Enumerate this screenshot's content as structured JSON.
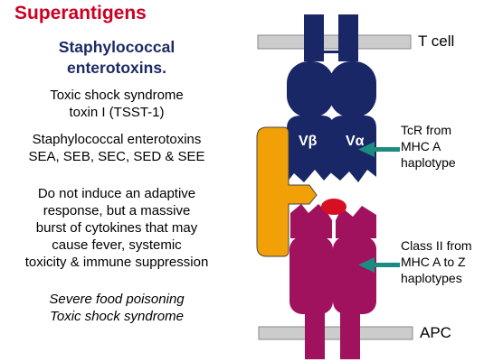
{
  "title": "Superantigens",
  "subtitle_lines": [
    "Staphylococcal",
    "enterotoxins."
  ],
  "paragraphs": {
    "tsst": [
      "Toxic shock syndrome",
      "toxin I (TSST-1)"
    ],
    "enterotoxins": [
      "Staphylococcal enterotoxins",
      "SEA, SEB, SEC, SED & SEE"
    ],
    "effects": [
      "Do not induce an adaptive",
      "response, but a massive",
      "burst of cytokines that may",
      "cause fever, systemic",
      "toxicity & immune suppression"
    ],
    "diseases": [
      "Severe food poisoning",
      "Toxic shock syndrome"
    ]
  },
  "diagram": {
    "t_cell_label": "T cell",
    "apc_label": "APC",
    "v_beta": "Vβ",
    "v_alpha": "Vα",
    "tcr_label": [
      "TcR from",
      "MHC A",
      "haplotype"
    ],
    "class2_label": [
      "Class II from",
      "MHC A to Z",
      "haplotypes"
    ],
    "colors": {
      "tcr": "#1a2766",
      "mhc": "#a0115e",
      "superantigen": "#f2a007",
      "peptide": "#d61020",
      "arrow": "#1c8c82",
      "membrane": "#cccccc"
    }
  }
}
